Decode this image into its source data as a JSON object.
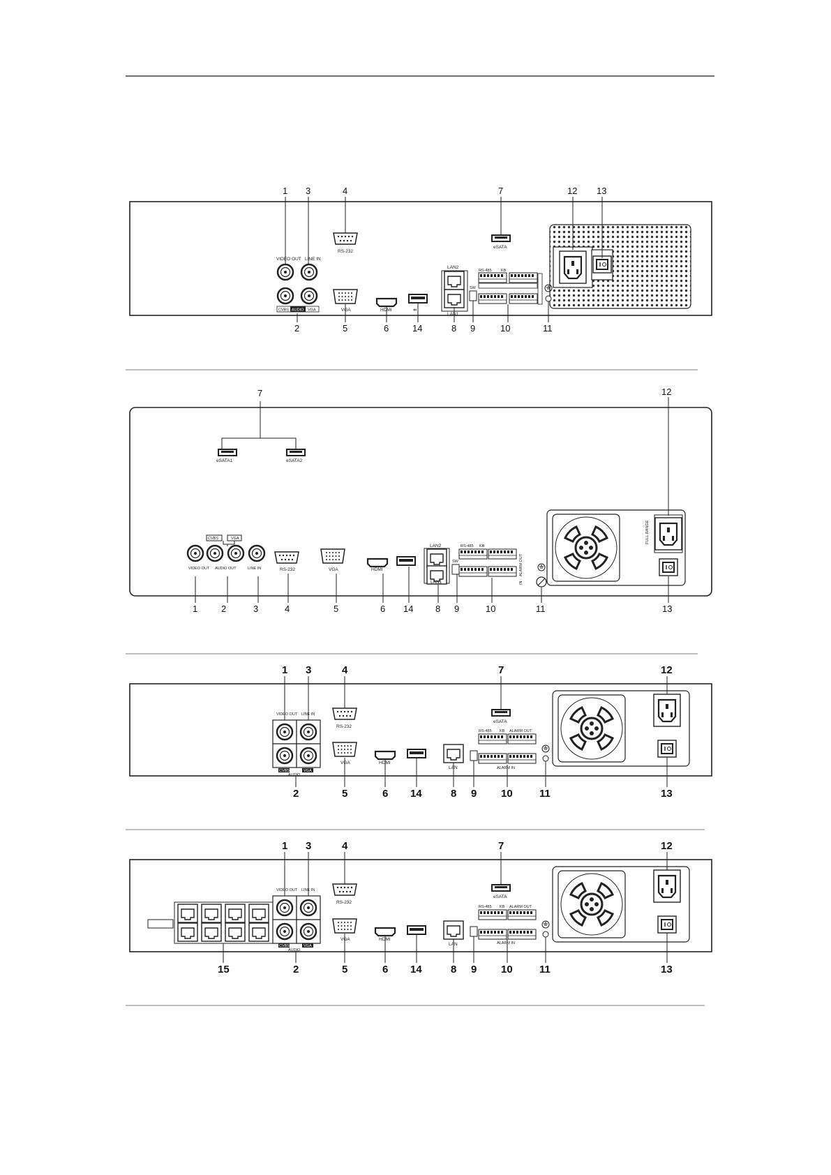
{
  "diagrams": [
    {
      "callouts": [
        "1",
        "2",
        "3",
        "4",
        "5",
        "6",
        "7",
        "8",
        "9",
        "10",
        "11",
        "12",
        "13",
        "14"
      ],
      "labels": {
        "video_out": "VIDEO OUT",
        "line_in": "LINE IN",
        "audio": "AUDIO",
        "cvbs": "CVBS",
        "vga_audio": "VGA",
        "rs232": "RS-232",
        "vga": "VGA",
        "hdmi": "HDMI",
        "esata": "eSATA",
        "lan2": "LAN2",
        "lan1": "LAN1",
        "sw": "SW",
        "rs485": "RS-485",
        "kb": "KB"
      }
    },
    {
      "callouts": [
        "1",
        "2",
        "3",
        "4",
        "5",
        "6",
        "7",
        "8",
        "9",
        "10",
        "11",
        "12",
        "13",
        "14"
      ],
      "labels": {
        "esata1": "eSATA1",
        "esata2": "eSATA2",
        "cvbs": "CVBS",
        "vga_audio": "VGA",
        "video_out": "VIDEO OUT",
        "audio_out": "AUDIO OUT",
        "line_in": "LINE IN",
        "rs232": "RS-232",
        "vga": "VGA",
        "hdmi": "HDMI",
        "lan2": "LAN2",
        "lan1": "LAN1",
        "sw": "SW",
        "rs485": "RS-485",
        "kb": "KB",
        "alarm_out": "ALARM OUT",
        "alarm_in": "IN",
        "full_range": "FULL RANGE"
      }
    },
    {
      "callouts": [
        "1",
        "2",
        "3",
        "4",
        "5",
        "6",
        "7",
        "8",
        "9",
        "10",
        "11",
        "12",
        "13",
        "14"
      ],
      "labels": {
        "video_out": "VIDEO OUT",
        "line_in": "LINE IN",
        "audio": "AUDIO",
        "cvbs": "CVBS",
        "vga_audio": "VGA",
        "rs232": "RS-232",
        "vga": "VGA",
        "hdmi": "HDMI",
        "esata": "eSATA",
        "lan": "LAN",
        "rs485": "RS-485",
        "kb": "KB",
        "alarm_out": "ALARM OUT",
        "alarm_in": "ALARM IN"
      }
    },
    {
      "callouts": [
        "1",
        "2",
        "3",
        "4",
        "5",
        "6",
        "7",
        "8",
        "9",
        "10",
        "11",
        "12",
        "13",
        "14",
        "15"
      ],
      "labels": {
        "video_out": "VIDEO OUT",
        "line_in": "LINE IN",
        "audio": "AUDIO",
        "cvbs": "CVBS",
        "vga_audio": "VGA",
        "rs232": "RS-232",
        "vga": "VGA",
        "hdmi": "HDMI",
        "esata": "eSATA",
        "lan": "LAN",
        "rs485": "RS-485",
        "kb": "KB",
        "alarm_out": "ALARM OUT",
        "alarm_in": "ALARM IN"
      }
    }
  ]
}
